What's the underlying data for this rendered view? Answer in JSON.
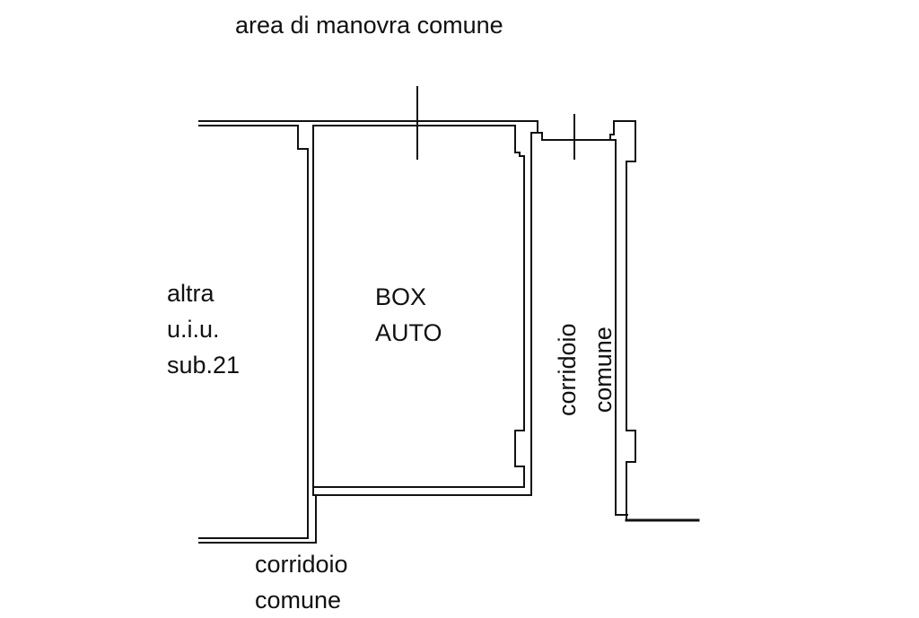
{
  "labels": {
    "area_manovra": "area di manovra comune",
    "altra_uiu": [
      "altra",
      "u.i.u.",
      "sub.21"
    ],
    "box_auto": [
      "BOX",
      "AUTO"
    ],
    "corridoio_destro": [
      "corridoio",
      "comune"
    ],
    "corridoio_inferiore": [
      "corridoio",
      "comune"
    ]
  }
}
